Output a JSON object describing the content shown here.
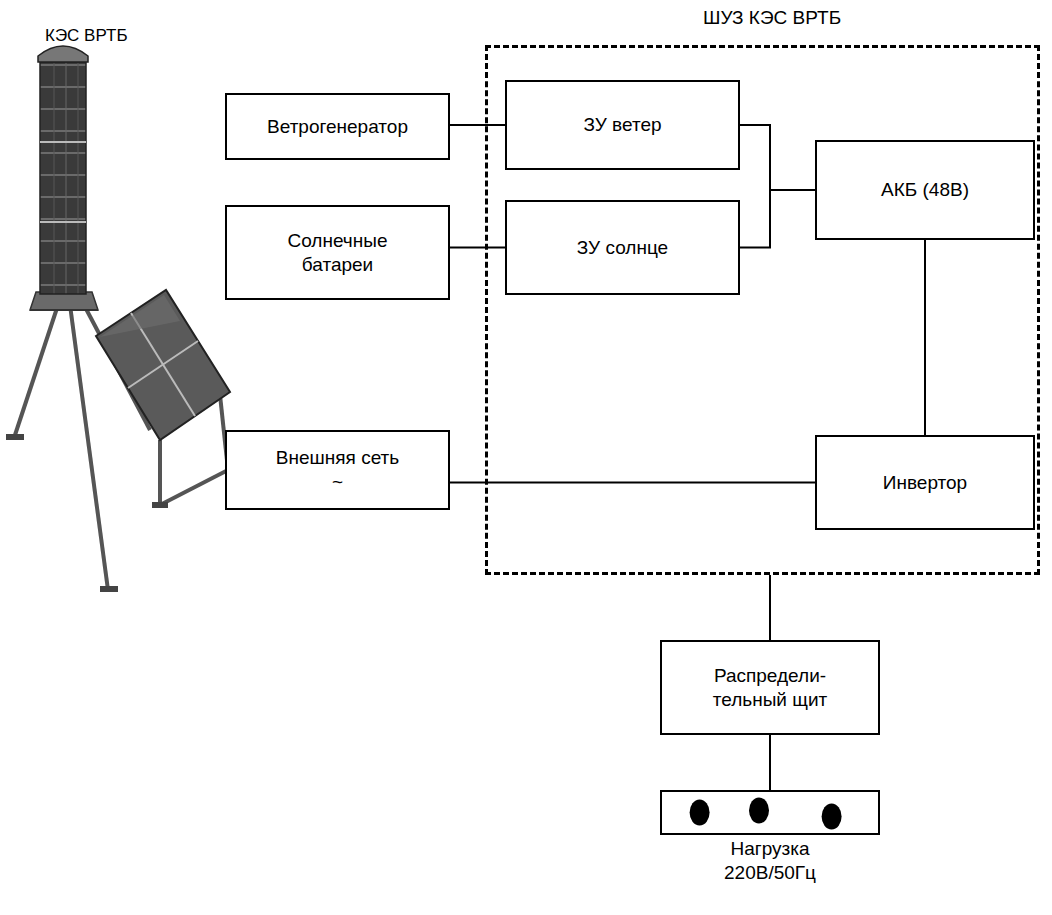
{
  "diagram": {
    "nodes": [
      {
        "text": [
          "Ветрогенератор"
        ]
      },
      {
        "text": [
          "Солнечные батареи"
        ]
      },
      {
        "text": [
          "ШУЗ КЭС ВРТБ"
        ]
      },
      {
        "text": [
          "ЗУ ветер"
        ],
        "in": 2
      },
      {
        "text": [
          "ЗУ солнце"
        ],
        "in": 2
      },
      {
        "text": [
          "АКБ (48В)"
        ],
        "in": 2
      },
      {
        "text": [
          "Внешняя сеть ~"
        ]
      },
      {
        "text": [
          "Инвертор"
        ],
        "in": 2
      },
      {
        "text": [
          "Распредели- тельный щит"
        ]
      },
      {
        "text": [
          "Нагрузка 220В/50Гц"
        ]
      }
    ],
    "edges": [
      {
        "from": 0,
        "to": 3,
        "arrow": "none"
      },
      {
        "from": 1,
        "to": 4,
        "arrow": "none"
      },
      {
        "from": 3,
        "to": 5,
        "arrow": "none"
      },
      {
        "from": 4,
        "to": 5,
        "arrow": "none"
      },
      {
        "from": 5,
        "to": 7,
        "arrow": "none"
      },
      {
        "from": 6,
        "to": 7,
        "arrow": "none"
      },
      {
        "from": 2,
        "to": 8,
        "arrow": "none"
      },
      {
        "from": 8,
        "to": 9,
        "arrow": "none"
      }
    ],
    "labels": [
      "КЭС ВРТБ"
    ]
  }
}
